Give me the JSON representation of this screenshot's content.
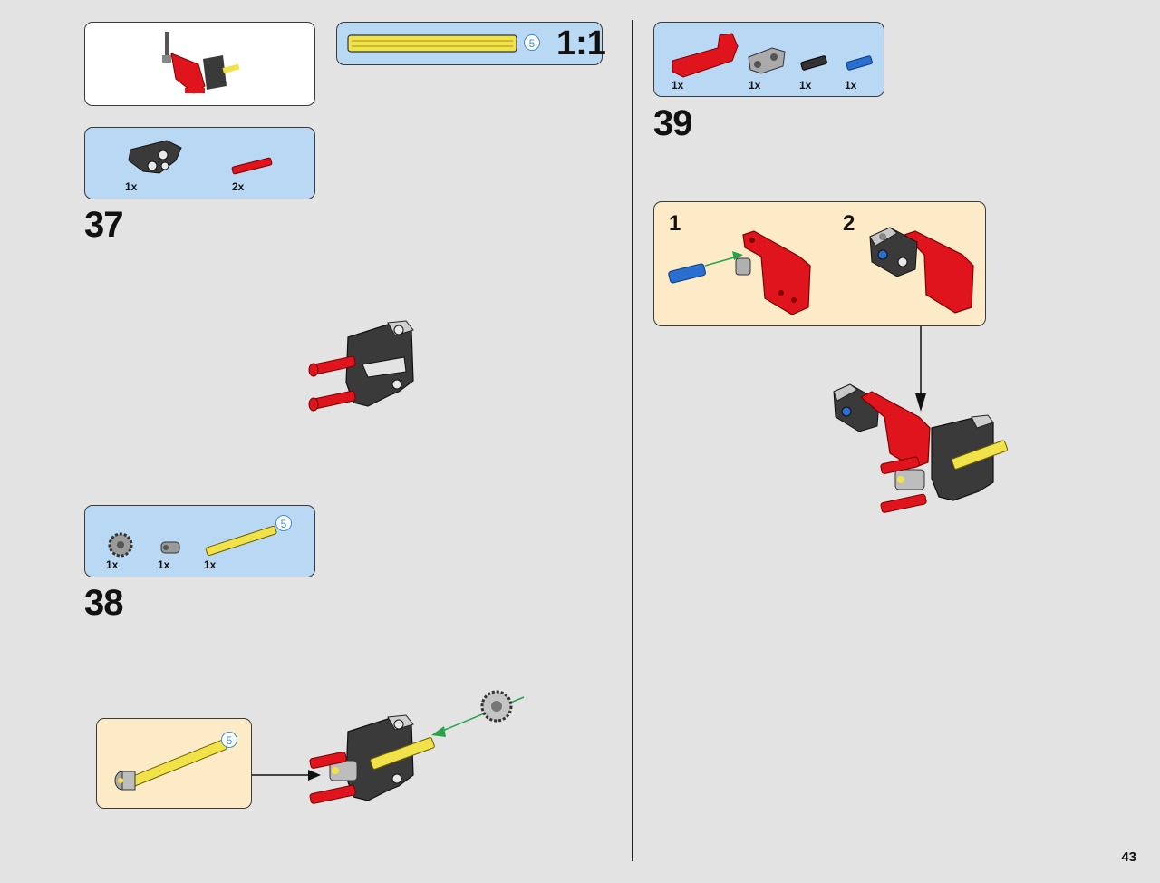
{
  "page_number": "43",
  "scale_label": "1:1",
  "scale_length": "5",
  "steps": [
    {
      "number": "37",
      "parts": [
        {
          "qty": "1x",
          "icon": "black-connector-icon"
        },
        {
          "qty": "2x",
          "icon": "red-pin-icon"
        }
      ]
    },
    {
      "number": "38",
      "parts": [
        {
          "qty": "1x",
          "icon": "gear-icon"
        },
        {
          "qty": "1x",
          "icon": "bush-icon"
        },
        {
          "qty": "1x",
          "icon": "yellow-axle-icon"
        }
      ],
      "axle_length": "5",
      "sub_axle_length": "5"
    },
    {
      "number": "39",
      "parts": [
        {
          "qty": "1x",
          "icon": "red-beam-icon"
        },
        {
          "qty": "1x",
          "icon": "grey-connector-icon"
        },
        {
          "qty": "1x",
          "icon": "black-pin-icon"
        },
        {
          "qty": "1x",
          "icon": "blue-pin-icon"
        }
      ],
      "substeps": [
        "1",
        "2"
      ]
    }
  ],
  "colors": {
    "blue_callout": "#b9d8f3",
    "cream_callout": "#fcebc6",
    "red_part": "#e0141c",
    "yellow_axle": "#f2e24a",
    "dark_part": "#3a3a3a"
  }
}
